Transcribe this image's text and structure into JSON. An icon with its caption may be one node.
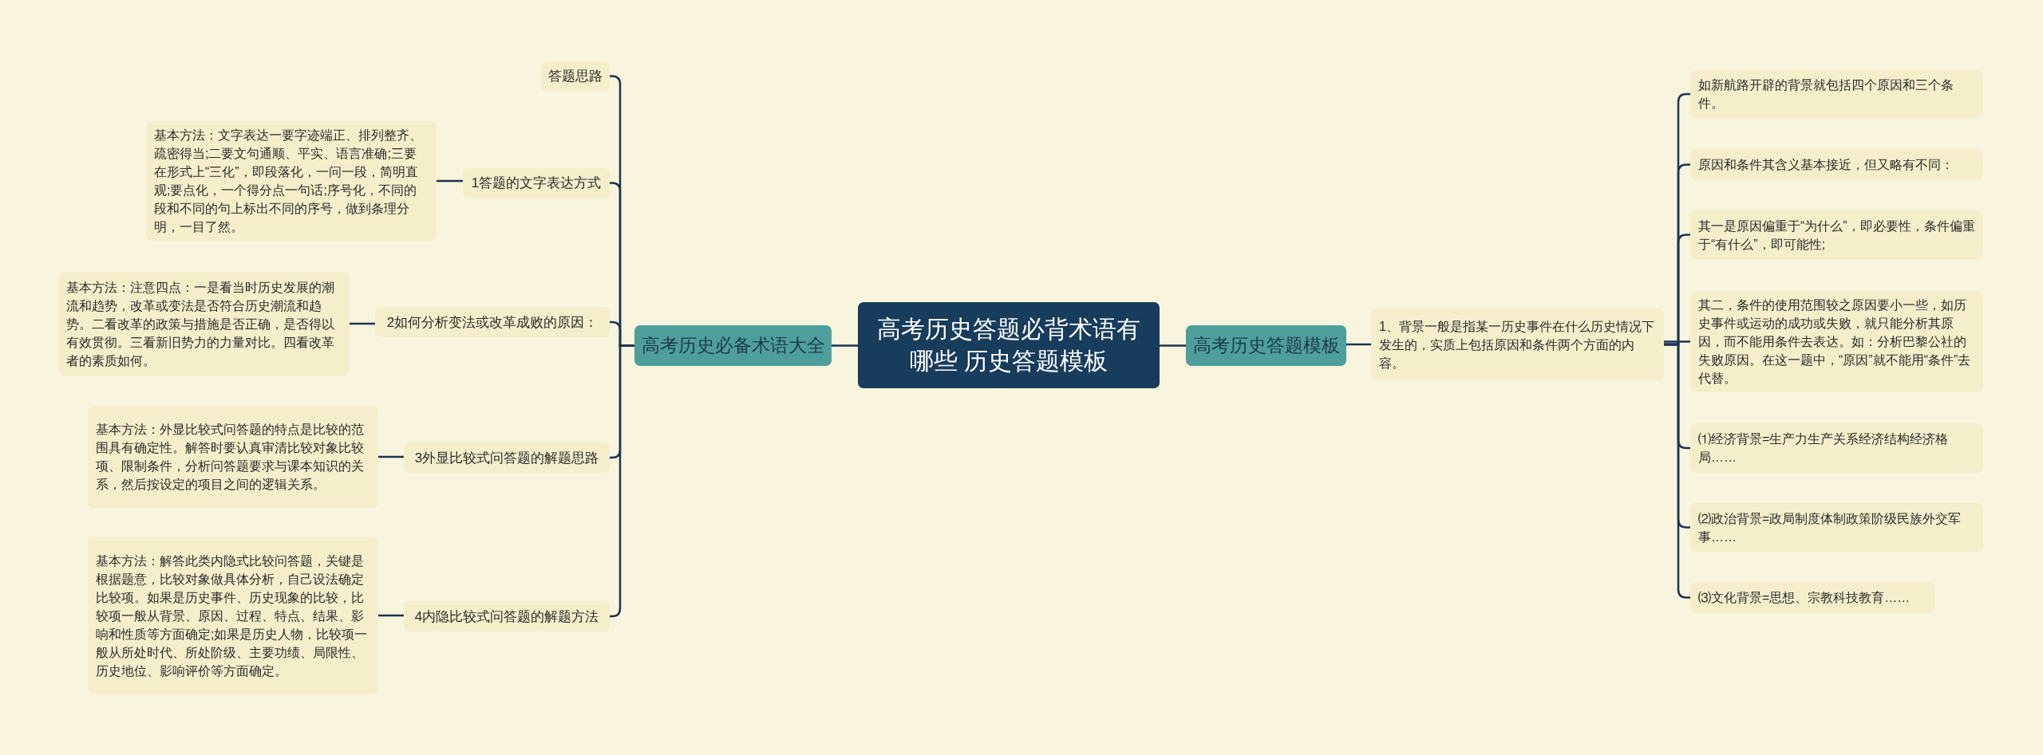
{
  "diagram": {
    "nodes": [
      {
        "text": [
          "高考历史答题必背术语有哪些 历史答题模板"
        ]
      },
      {
        "text": [
          "高考历史必备术语大全"
        ]
      },
      {
        "text": [
          "答题思路"
        ]
      },
      {
        "text": [
          "1答题的文字表达方式"
        ]
      },
      {
        "text": [
          "基本方法：文字表达一要字迹端正、排列整齐、疏密得当;二要文句通顺、平实、语言准确;三要在形式上“三化”，即段落化，一问一段，简明直观;要点化，一个得分点一句话;序号化，不同的段和不同的句上标出不同的序号，做到条理分明，一目了然。"
        ]
      },
      {
        "text": [
          "2如何分析变法或改革成败的原因："
        ]
      },
      {
        "text": [
          "基本方法：注意四点：一是看当时历史发展的潮流和趋势，改革或变法是否符合历史潮流和趋势。二看改革的政策与措施是否正确，是否得以有效贯彻。三看新旧势力的力量对比。四看改革者的素质如何。"
        ]
      },
      {
        "text": [
          "3外显比较式问答题的解题思路"
        ]
      },
      {
        "text": [
          "基本方法：外显比较式问答题的特点是比较的范围具有确定性。解答时要认真审清比较对象比较项、限制条件，分析问答题要求与课本知识的关系，然后按设定的项目之间的逻辑关系。"
        ]
      },
      {
        "text": [
          "4内隐比较式问答题的解题方法"
        ]
      },
      {
        "text": [
          "基本方法：解答此类内隐式比较问答题，关键是根据题意，比较对象做具体分析，自己设法确定比较项。如果是历史事件、历史现象的比较，比较项一般从背景、原因、过程、特点、结果、影响和性质等方面确定;如果是历史人物，比较项一般从所处时代、所处阶级、主要功绩、局限性、历史地位、影响评价等方面确定。"
        ]
      },
      {
        "text": [
          "高考历史答题模板"
        ]
      },
      {
        "text": [
          "1、背景一般是指某一历史事件在什么历史情况下发生的，实质上包括原因和条件两个方面的内容。"
        ]
      },
      {
        "text": [
          "如新航路开辟的背景就包括四个原因和三个条件。"
        ]
      },
      {
        "text": [
          "原因和条件其含义基本接近，但又略有不同："
        ]
      },
      {
        "text": [
          "其一是原因偏重于“为什么”，即必要性，条件偏重于“有什么”，即可能性;"
        ]
      },
      {
        "text": [
          "其二，条件的使用范围较之原因要小一些，如历史事件或运动的成功或失败，就只能分析其原因，而不能用条件去表达。如：分析巴黎公社的失败原因。在这一题中，“原因”就不能用“条件”去代替。"
        ]
      },
      {
        "text": [
          "⑴经济背景=生产力生产关系经济结构经济格局……"
        ]
      },
      {
        "text": [
          "⑵政治背景=政局制度体制政策阶级民族外交军事……"
        ]
      },
      {
        "text": [
          "⑶文化背景=思想、宗教科技教育……"
        ]
      }
    ],
    "edges": [
      {
        "from": 0,
        "to": 1,
        "arrow": "none"
      },
      {
        "from": 0,
        "to": 11,
        "arrow": "none"
      },
      {
        "from": 1,
        "to": 2,
        "arrow": "none"
      },
      {
        "from": 1,
        "to": 3,
        "arrow": "none"
      },
      {
        "from": 1,
        "to": 5,
        "arrow": "none"
      },
      {
        "from": 1,
        "to": 7,
        "arrow": "none"
      },
      {
        "from": 1,
        "to": 9,
        "arrow": "none"
      },
      {
        "from": 3,
        "to": 4,
        "arrow": "none"
      },
      {
        "from": 5,
        "to": 6,
        "arrow": "none"
      },
      {
        "from": 7,
        "to": 8,
        "arrow": "none"
      },
      {
        "from": 9,
        "to": 10,
        "arrow": "none"
      },
      {
        "from": 11,
        "to": 12,
        "arrow": "none"
      },
      {
        "from": 12,
        "to": 13,
        "arrow": "none"
      },
      {
        "from": 12,
        "to": 14,
        "arrow": "none"
      },
      {
        "from": 12,
        "to": 15,
        "arrow": "none"
      },
      {
        "from": 12,
        "to": 16,
        "arrow": "none"
      },
      {
        "from": 12,
        "to": 17,
        "arrow": "none"
      },
      {
        "from": 12,
        "to": 18,
        "arrow": "none"
      },
      {
        "from": 12,
        "to": 19,
        "arrow": "none"
      }
    ]
  }
}
